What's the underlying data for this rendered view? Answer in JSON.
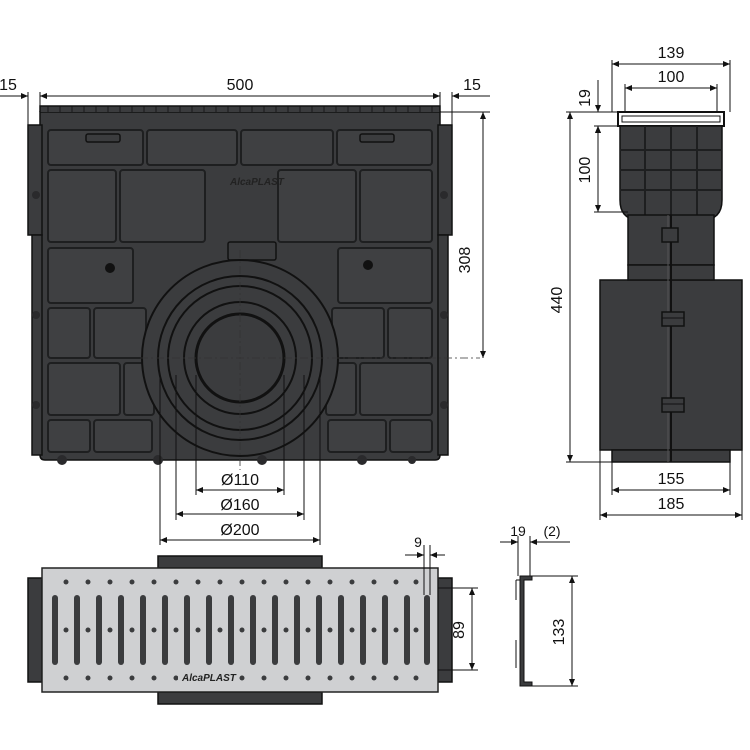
{
  "dimensions": {
    "front_width": "500",
    "front_left_rim": "15",
    "front_right_rim": "15",
    "front_outlet_height": "308",
    "outlet_d110": "Ø110",
    "outlet_d160": "Ø160",
    "outlet_d200": "Ø200",
    "side_top_width": "139",
    "side_inner_width": "100",
    "side_rim_height": "19",
    "side_channel_depth": "100",
    "side_total_height": "440",
    "side_base_width": "155",
    "side_total_width": "185",
    "grate_slot_width": "9",
    "grate_height": "89",
    "profile_width": "19",
    "profile_gap": "(2)",
    "profile_height": "133"
  },
  "branding": {
    "logo_front": "AlcaPLAST",
    "logo_grate": "AlcaPLAST"
  },
  "colors": {
    "body": "#3b3c3e",
    "grate": "#cfd0d2",
    "line": "#111111"
  }
}
